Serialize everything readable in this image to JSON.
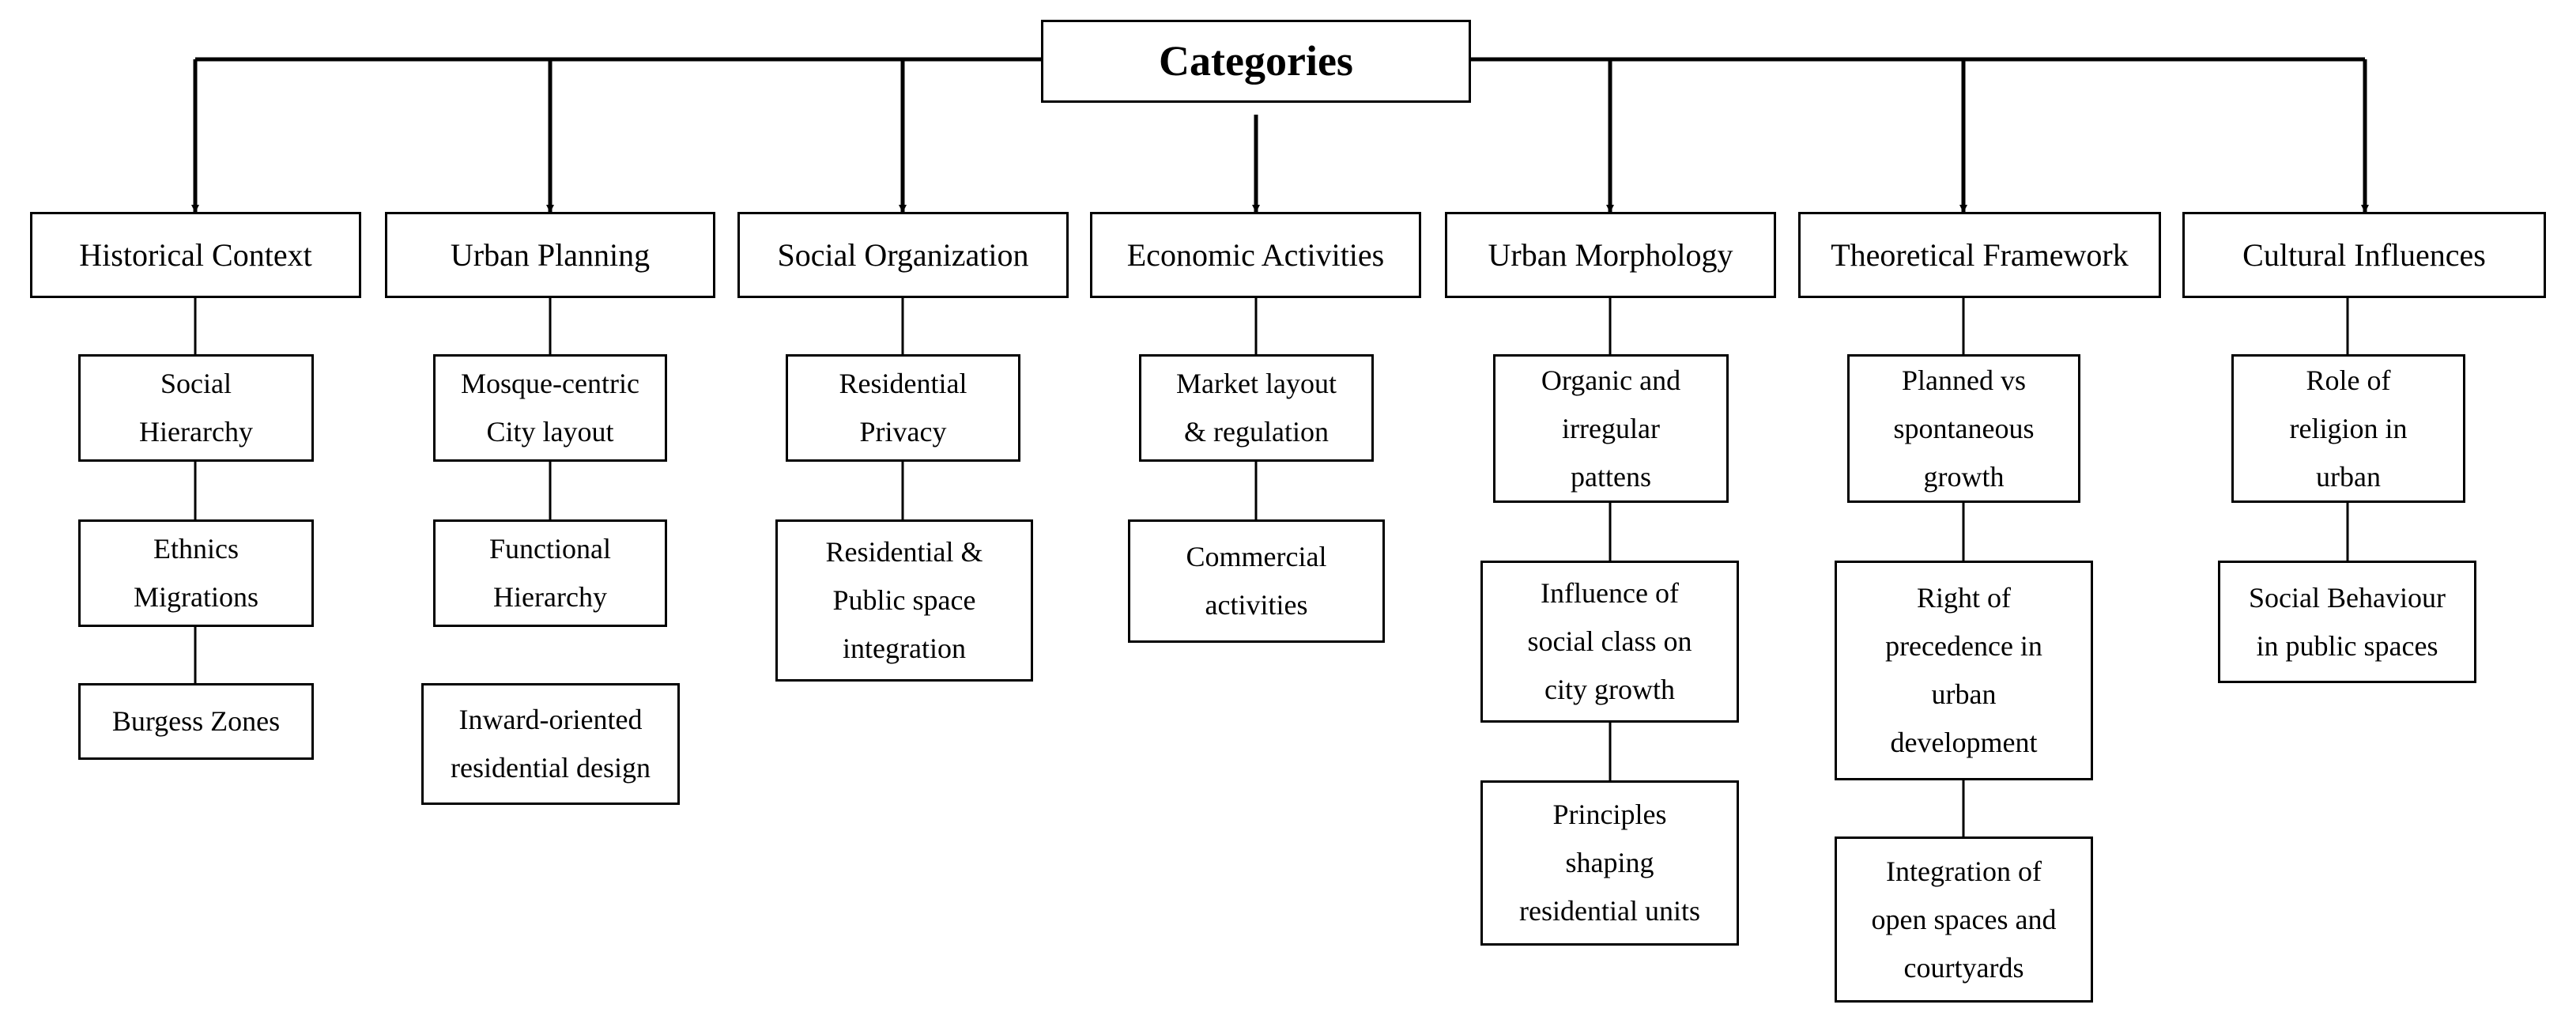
{
  "root": {
    "label": "Categories"
  },
  "categories": [
    {
      "label": "Historical Context",
      "items": [
        "Social\nHierarchy",
        "Ethnics\nMigrations",
        "Burgess Zones"
      ]
    },
    {
      "label": "Urban Planning",
      "items": [
        "Mosque-centric\nCity layout",
        "Functional\nHierarchy",
        "Inward-oriented\nresidential design"
      ]
    },
    {
      "label": "Social Organization",
      "items": [
        "Residential\nPrivacy",
        "Residential &\nPublic space\nintegration"
      ]
    },
    {
      "label": "Economic Activities",
      "items": [
        "Market layout\n& regulation",
        "Commercial\nactivities"
      ]
    },
    {
      "label": "Urban Morphology",
      "items": [
        "Organic and\nirregular\npattens",
        "Influence of\nsocial class on\ncity growth",
        "Principles\nshaping\nresidential units"
      ]
    },
    {
      "label": "Theoretical Framework",
      "items": [
        "Planned vs\nspontaneous\ngrowth",
        "Right of\nprecedence in\nurban\ndevelopment",
        "Integration of\nopen spaces and\ncourtyards"
      ]
    },
    {
      "label": "Cultural Influences",
      "items": [
        "Role of\nreligion in\nurban",
        "Social Behaviour\nin public spaces"
      ]
    }
  ]
}
